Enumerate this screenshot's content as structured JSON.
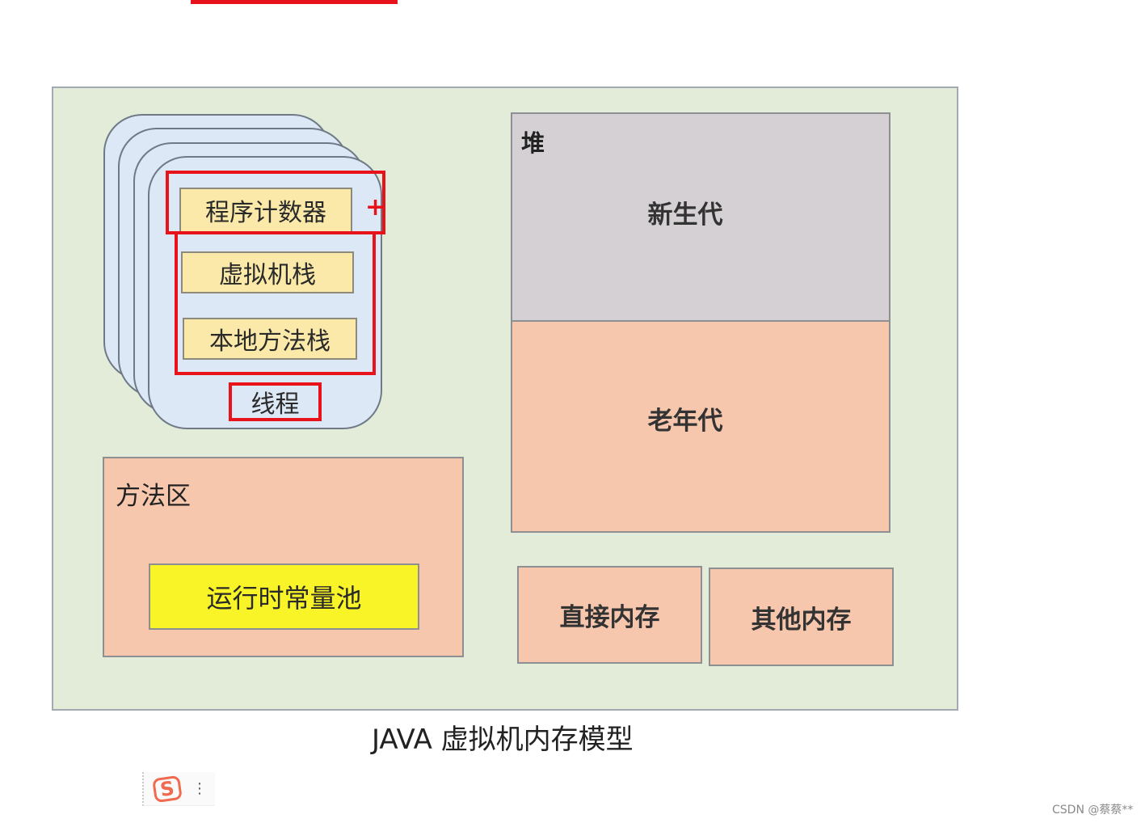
{
  "diagram": {
    "thread": {
      "program_counter": "程序计数器",
      "vm_stack": "虚拟机栈",
      "native_method_stack": "本地方法栈",
      "thread_label": "线程",
      "plus_mark": "+"
    },
    "method_area": {
      "label": "方法区",
      "runtime_constant_pool": "运行时常量池"
    },
    "heap": {
      "label": "堆",
      "young_generation": "新生代",
      "old_generation": "老年代"
    },
    "direct_memory": "直接内存",
    "other_memory": "其他内存",
    "caption": "JAVA 虚拟机内存模型"
  },
  "overlay": {
    "ime_logo": "S",
    "ime_more": "⋮"
  },
  "watermark": "CSDN @蔡蔡**",
  "colors": {
    "highlight_red": "#e8121a",
    "outer_bg": "#e3ecd9",
    "thread_card": "#dce8f6",
    "label_box": "#fae9a8",
    "salmon": "#f7c7ad",
    "young_gen": "#d4d0d3",
    "pool_yellow": "#f9f428"
  }
}
